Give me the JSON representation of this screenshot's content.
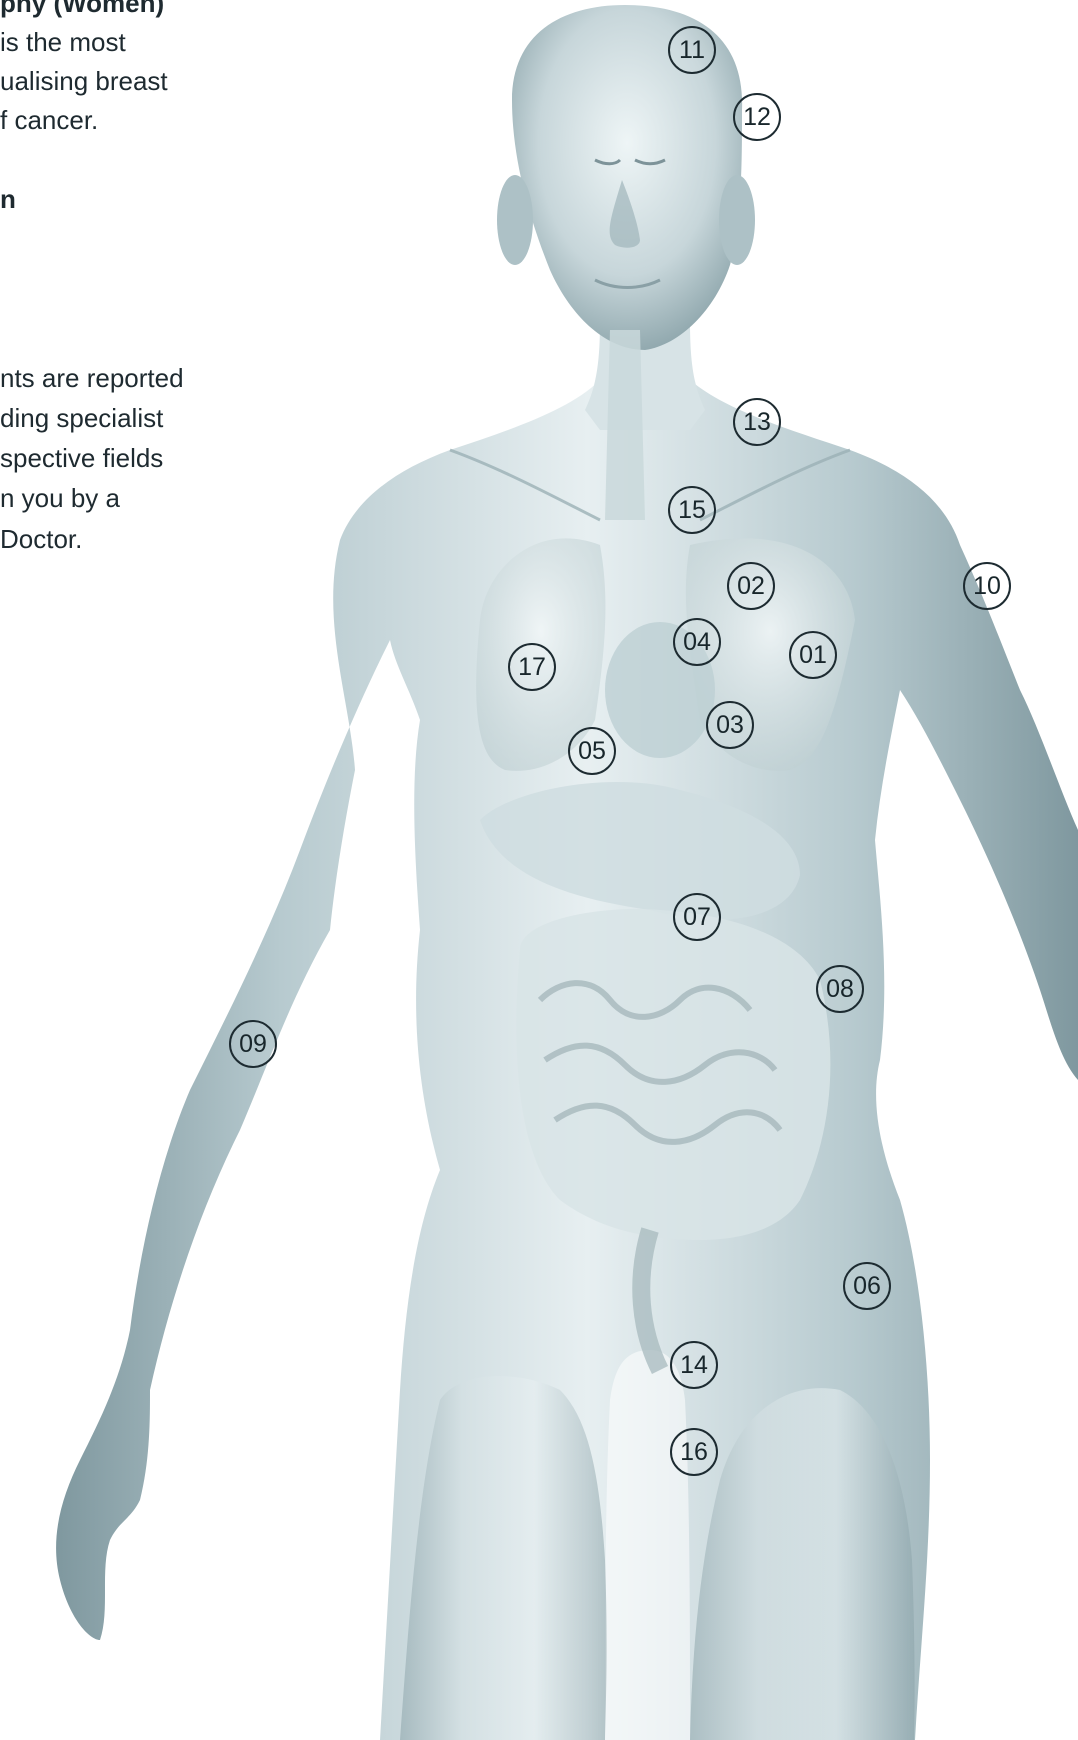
{
  "intro": {
    "lines": [
      {
        "text": "phy (Women)",
        "bold": true
      },
      {
        "text": "is the most",
        "bold": false
      },
      {
        "text": "ualising breast",
        "bold": false
      },
      {
        "text": "f cancer.",
        "bold": false
      },
      {
        "text": "n",
        "bold": true
      },
      {
        "text": "nts are reported",
        "bold": false
      },
      {
        "text": "ding specialist",
        "bold": false
      },
      {
        "text": "spective fields",
        "bold": false
      },
      {
        "text": "n you by a",
        "bold": false
      },
      {
        "text": "Doctor.",
        "bold": false
      }
    ]
  },
  "markers": [
    {
      "label": "11"
    },
    {
      "label": "12"
    },
    {
      "label": "13"
    },
    {
      "label": "15"
    },
    {
      "label": "02"
    },
    {
      "label": "10"
    },
    {
      "label": "04"
    },
    {
      "label": "01"
    },
    {
      "label": "17"
    },
    {
      "label": "03"
    },
    {
      "label": "05"
    },
    {
      "label": "07"
    },
    {
      "label": "08"
    },
    {
      "label": "09"
    },
    {
      "label": "06"
    },
    {
      "label": "14"
    },
    {
      "label": "16"
    }
  ],
  "colors": {
    "skin_light": "#e7eff1",
    "skin_mid": "#b7cacf",
    "skin_dark": "#7f989f",
    "organ": "#d6e2e5",
    "marker_stroke": "#1d2b31"
  }
}
